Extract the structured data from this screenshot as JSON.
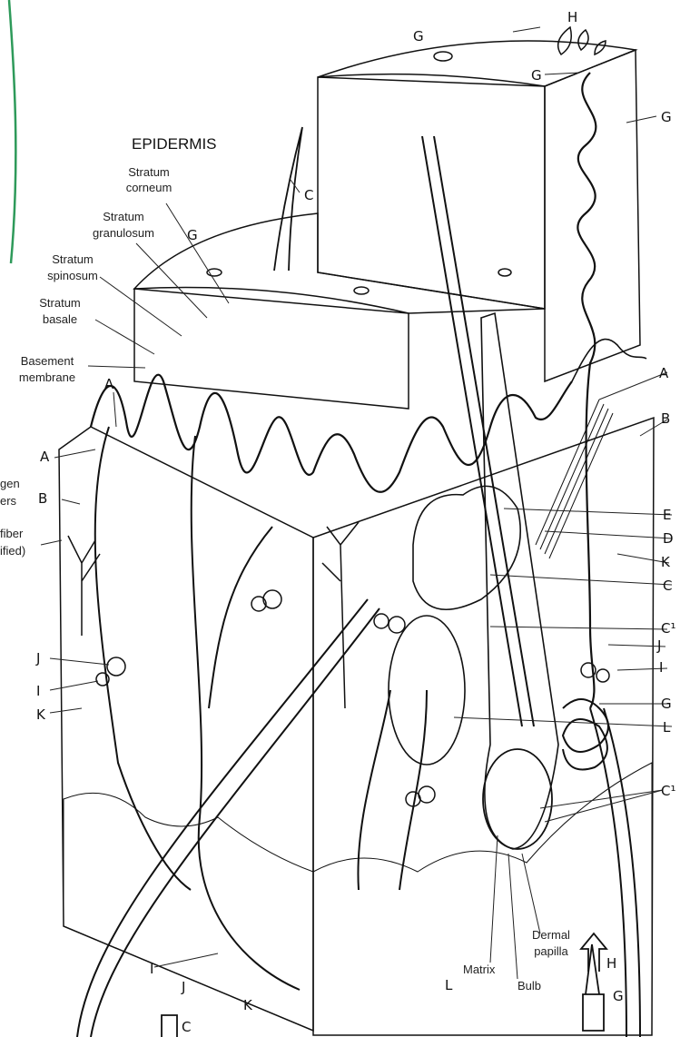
{
  "heading": "EPIDERMIS",
  "layers": {
    "stratum_corneum": [
      "Stratum",
      "corneum"
    ],
    "stratum_granulosum": [
      "Stratum",
      "granulosum"
    ],
    "stratum_spinosum": [
      "Stratum",
      "spinosum"
    ],
    "stratum_basale": [
      "Stratum",
      "basale"
    ],
    "basement_membrane": [
      "Basement",
      "membrane"
    ]
  },
  "cut_labels": {
    "collagen": [
      "gen",
      "ers"
    ],
    "nerve_fiber": [
      "fiber",
      "ified)"
    ]
  },
  "structures": {
    "dermal_papilla": [
      "Dermal",
      "papilla"
    ],
    "matrix": "Matrix",
    "bulb": "Bulb"
  },
  "letters": {
    "A": "A",
    "B": "B",
    "C": "C",
    "C1": "C¹",
    "D": "D",
    "E": "E",
    "G": "G",
    "H": "H",
    "I": "I",
    "J": "J",
    "K": "K",
    "L": "L"
  },
  "colors": {
    "ink": "#111111",
    "paper": "#ffffff",
    "margin_line": "#2e9a5a"
  }
}
